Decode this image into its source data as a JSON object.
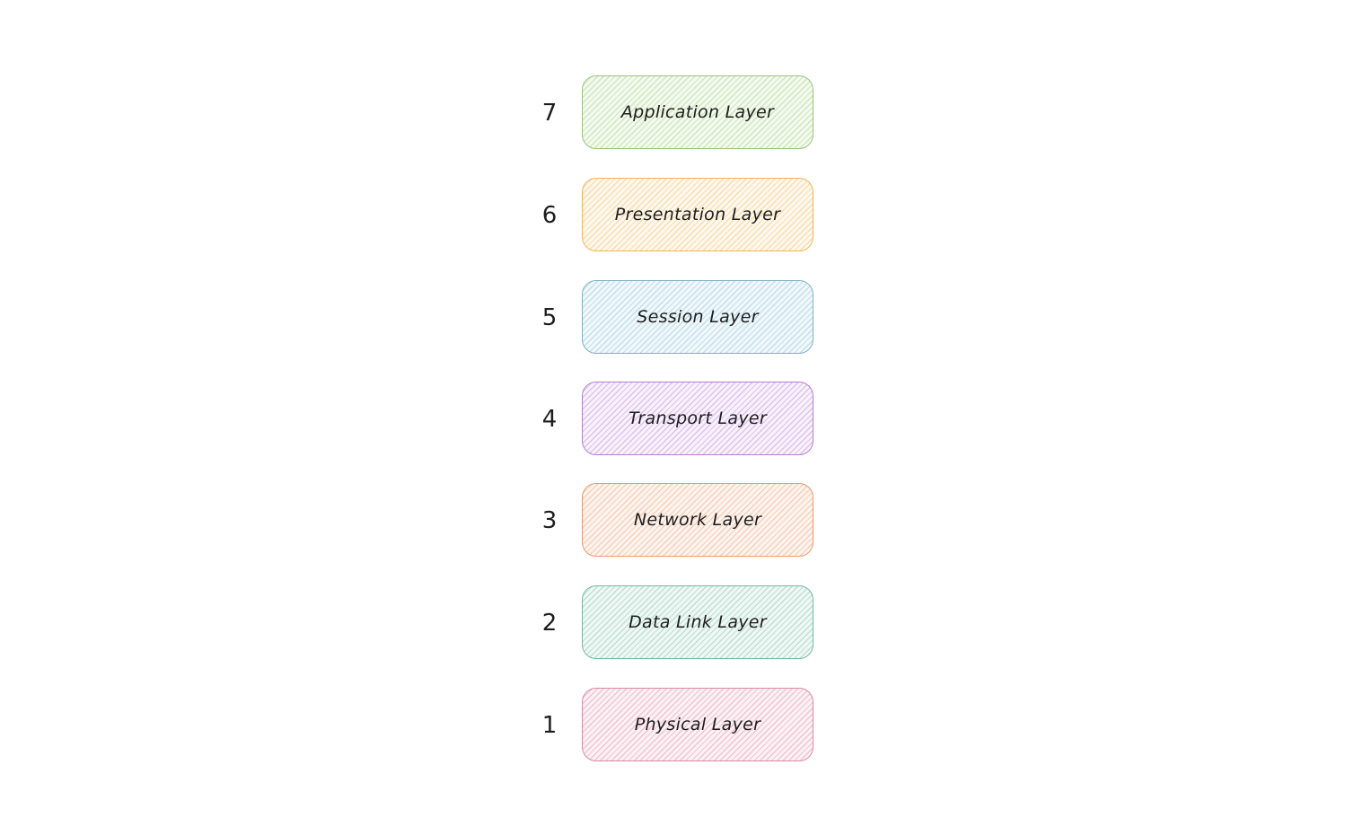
{
  "layers": [
    {
      "number": "7",
      "label": "Application Layer",
      "color": "#9bc47c",
      "hatch": "#cfe6bd",
      "bg": "#f4faef"
    },
    {
      "number": "6",
      "label": "Presentation Layer",
      "color": "#f2b45a",
      "hatch": "#f8dcae",
      "bg": "#fef8ee"
    },
    {
      "number": "5",
      "label": "Session Layer",
      "color": "#7fb1c4",
      "hatch": "#c2dfe9",
      "bg": "#f1f8fb"
    },
    {
      "number": "4",
      "label": "Transport Layer",
      "color": "#b57fd1",
      "hatch": "#dcc1ec",
      "bg": "#f9f2fc"
    },
    {
      "number": "3",
      "label": "Network Layer",
      "color": "#ec9a6e",
      "hatch": "#f6cfb8",
      "bg": "#fdf4ef"
    },
    {
      "number": "2",
      "label": "Data Link Layer",
      "color": "#74b9a2",
      "hatch": "#bde0d3",
      "bg": "#f0f8f5"
    },
    {
      "number": "1",
      "label": "Physical Layer",
      "color": "#d98aa5",
      "hatch": "#efc3d2",
      "bg": "#fcf1f5"
    }
  ]
}
